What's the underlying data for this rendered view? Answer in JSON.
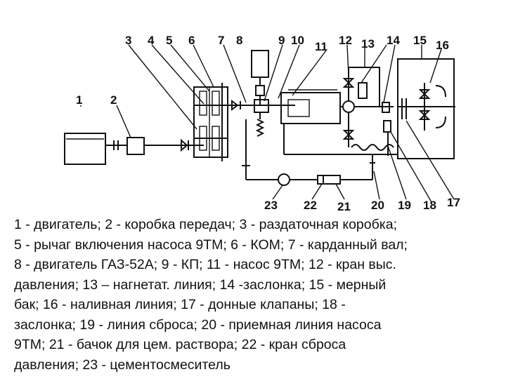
{
  "diagram": {
    "labels": [
      "1",
      "2",
      "3",
      "4",
      "5",
      "6",
      "7",
      "8",
      "9",
      "10",
      "11",
      "12",
      "13",
      "14",
      "15",
      "16",
      "17",
      "18",
      "19",
      "20",
      "21",
      "22",
      "23"
    ]
  },
  "caption": {
    "lines": [
      "1 - двигатель; 2 - коробка передач; 3 - раздаточная коробка;",
      "5 - рычаг включения насоса 9ТМ; 6 - КОМ; 7 - карданный вал;",
      "8 - двигатель ГАЗ-52А; 9 - КП; 11 - насос 9ТМ; 12 - кран выс.",
      "давления; 13 – нагнетат. линия; 14 -заслонка; 15 - мерный",
      "бак; 16 - наливная линия; 17 - донные клапаны; 18 -",
      "заслонка; 19 - линия сброса; 20 - приемная линия насоса",
      "9ТМ; 21 - бачок для цем. раствора; 22 - кран сброса",
      "давления; 23 - цементосмеситель"
    ]
  }
}
